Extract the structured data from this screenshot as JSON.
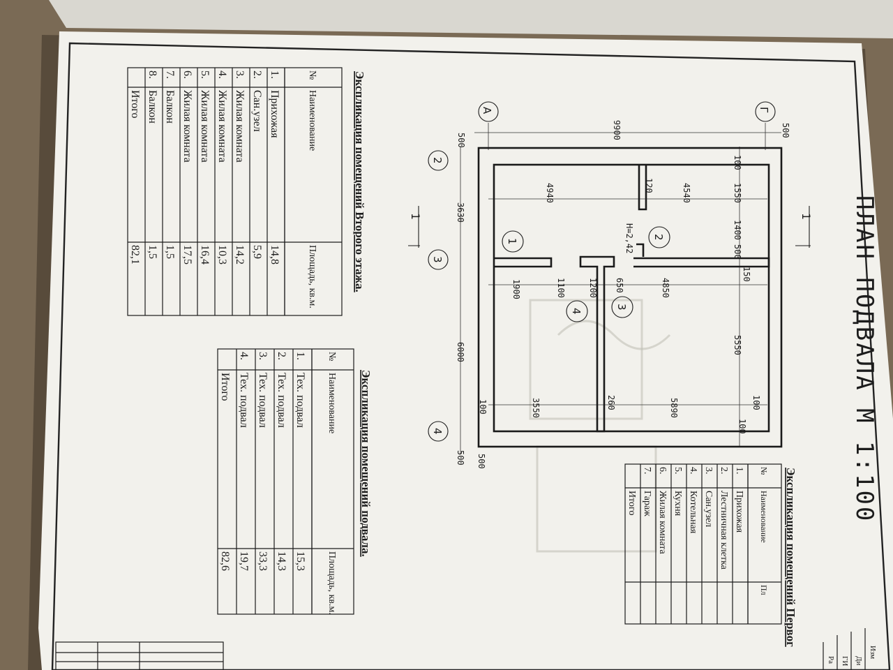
{
  "plan": {
    "title": "ПЛАН ПОДВАЛА М 1:100",
    "height_mark": "Н=2,42",
    "section_mark": "1",
    "axes_letters": [
      "А",
      "Г"
    ],
    "axes_numbers": [
      "2",
      "3",
      "4"
    ],
    "room_numbers": [
      "1",
      "2",
      "3",
      "4"
    ],
    "dims": {
      "overall": "9900",
      "off_a": "500",
      "off_g": "500",
      "d_3630": "3630",
      "d_6000": "6000",
      "d_500_l": "500",
      "d_500_r": "500",
      "d_500_r2": "500",
      "d_4940": "4940",
      "d_4540": "4540",
      "d_120": "120",
      "d_1550": "1550",
      "d_1400": "1400",
      "d_500m": "500",
      "d_150": "150",
      "d_1900": "1900",
      "d_1100": "1100",
      "d_1200": "1200",
      "d_650": "650",
      "d_4850": "4850",
      "d_5550": "5550",
      "d_3550": "3550",
      "d_5890": "5890",
      "d_260": "260",
      "d_100a": "100",
      "d_100b": "100",
      "d_100c": "100",
      "d_100d": "100"
    }
  },
  "tables": {
    "second_floor": {
      "title": "Экспликация помещений Второго этажа.",
      "headers": [
        "№",
        "Наименование",
        "Площадь, кв.м."
      ],
      "rows": [
        [
          "1.",
          "Прихожая",
          "14,8"
        ],
        [
          "2.",
          "Сан.узел",
          "5,9"
        ],
        [
          "3.",
          "Жилая комната",
          "14,2"
        ],
        [
          "4.",
          "Жилая комната",
          "10,3"
        ],
        [
          "5.",
          "Жилая комната",
          "16,4"
        ],
        [
          "6.",
          "Жилая комната",
          "17,5"
        ],
        [
          "7.",
          "Балкон",
          "1,5"
        ],
        [
          "8.",
          "Балкон",
          "1,5"
        ]
      ],
      "total_label": "Итого",
      "total_value": "82,1"
    },
    "basement": {
      "title": "Экспликация помещений подвала.",
      "headers": [
        "№",
        "Наименование",
        "Площадь, кв.м."
      ],
      "rows": [
        [
          "1.",
          "Тех. подвал",
          "15,3"
        ],
        [
          "2.",
          "Тех. подвал",
          "14,3"
        ],
        [
          "3.",
          "Тех. подвал",
          "33,3"
        ],
        [
          "4.",
          "Тех. подвал",
          "19,7"
        ]
      ],
      "total_label": "Итого",
      "total_value": "82,6"
    },
    "first_floor": {
      "title": "Экспликация помещений Первог",
      "headers": [
        "№",
        "Наименование",
        "Пл"
      ],
      "rows": [
        [
          "1.",
          "Прихожая"
        ],
        [
          "2.",
          "Лестничная клетка"
        ],
        [
          "3.",
          "Сан.узел"
        ],
        [
          "4.",
          "Котельная"
        ],
        [
          "5.",
          "Кухня"
        ],
        [
          "6.",
          "Жилая комната"
        ],
        [
          "7.",
          "Гараж"
        ]
      ],
      "total_label": "Итого"
    }
  },
  "stamp": {
    "labels": [
      "Изм",
      "Ди",
      "ГИ",
      "Ра"
    ]
  }
}
